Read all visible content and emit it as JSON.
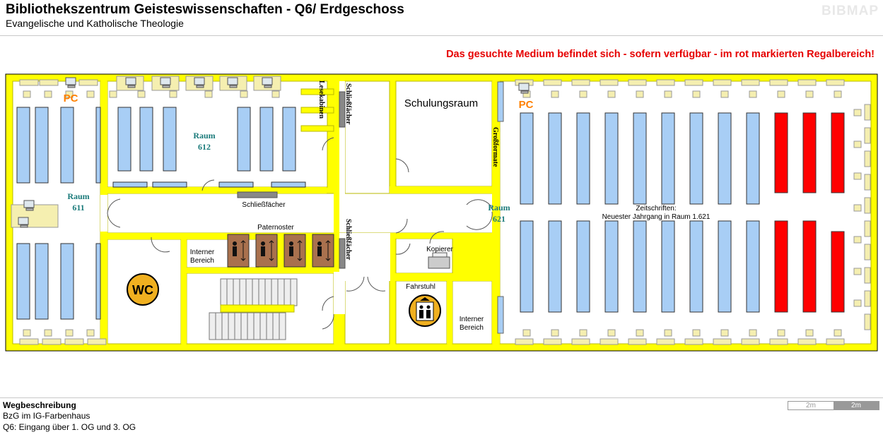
{
  "header": {
    "title": "Bibliothekszentrum Geisteswissenschaften - Q6/ Erdgeschoss",
    "subtitle": "Evangelische und Katholische Theologie",
    "logo": "BIBMAP"
  },
  "notice": "Das gesuchte Medium befindet sich - sofern verfügbar -  im rot markierten Regalbereich!",
  "colors": {
    "wall": "#ffff00",
    "wall_outline": "#b8b800",
    "shelf": "#a8cef5",
    "shelf_highlight": "#ff0000",
    "desk": "#f5efb0",
    "room_label": "#1a7a7a",
    "pc_label": "#ff8000",
    "lift": "#a9714e"
  },
  "map": {
    "rooms": {
      "raum_611": [
        "Raum",
        "611"
      ],
      "raum_612": [
        "Raum",
        "612"
      ],
      "raum_621": [
        "Raum",
        "621"
      ],
      "schulungsraum": "Schulungsraum"
    },
    "labels": {
      "pc_left": "PC",
      "pc_right": "PC",
      "lesekabinen": "Lesekabinen",
      "schliessfaecher_top": "Schließfächer",
      "schliessfaecher_mid": "Schließfächer",
      "schliessfaecher_right": "Schließfächer",
      "grossformate": "Großformate",
      "paternoster": "Paternoster",
      "interner_bereich_left": [
        "Interner",
        "Bereich"
      ],
      "interner_bereich_right": [
        "Interner",
        "Bereich"
      ],
      "wc": "WC",
      "kopierer": "Kopierer",
      "fahrstuhl": "Fahrstuhl",
      "zeitschriften": [
        "Zeitschriften:",
        "Neuester Jahrgang in Raum  1.621"
      ]
    }
  },
  "footer": {
    "heading": "Wegbeschreibung",
    "lines": [
      "BzG im IG-Farbenhaus",
      "Q6: Eingang über 1. OG und 3. OG"
    ],
    "scale": [
      "2m",
      "2m"
    ]
  }
}
